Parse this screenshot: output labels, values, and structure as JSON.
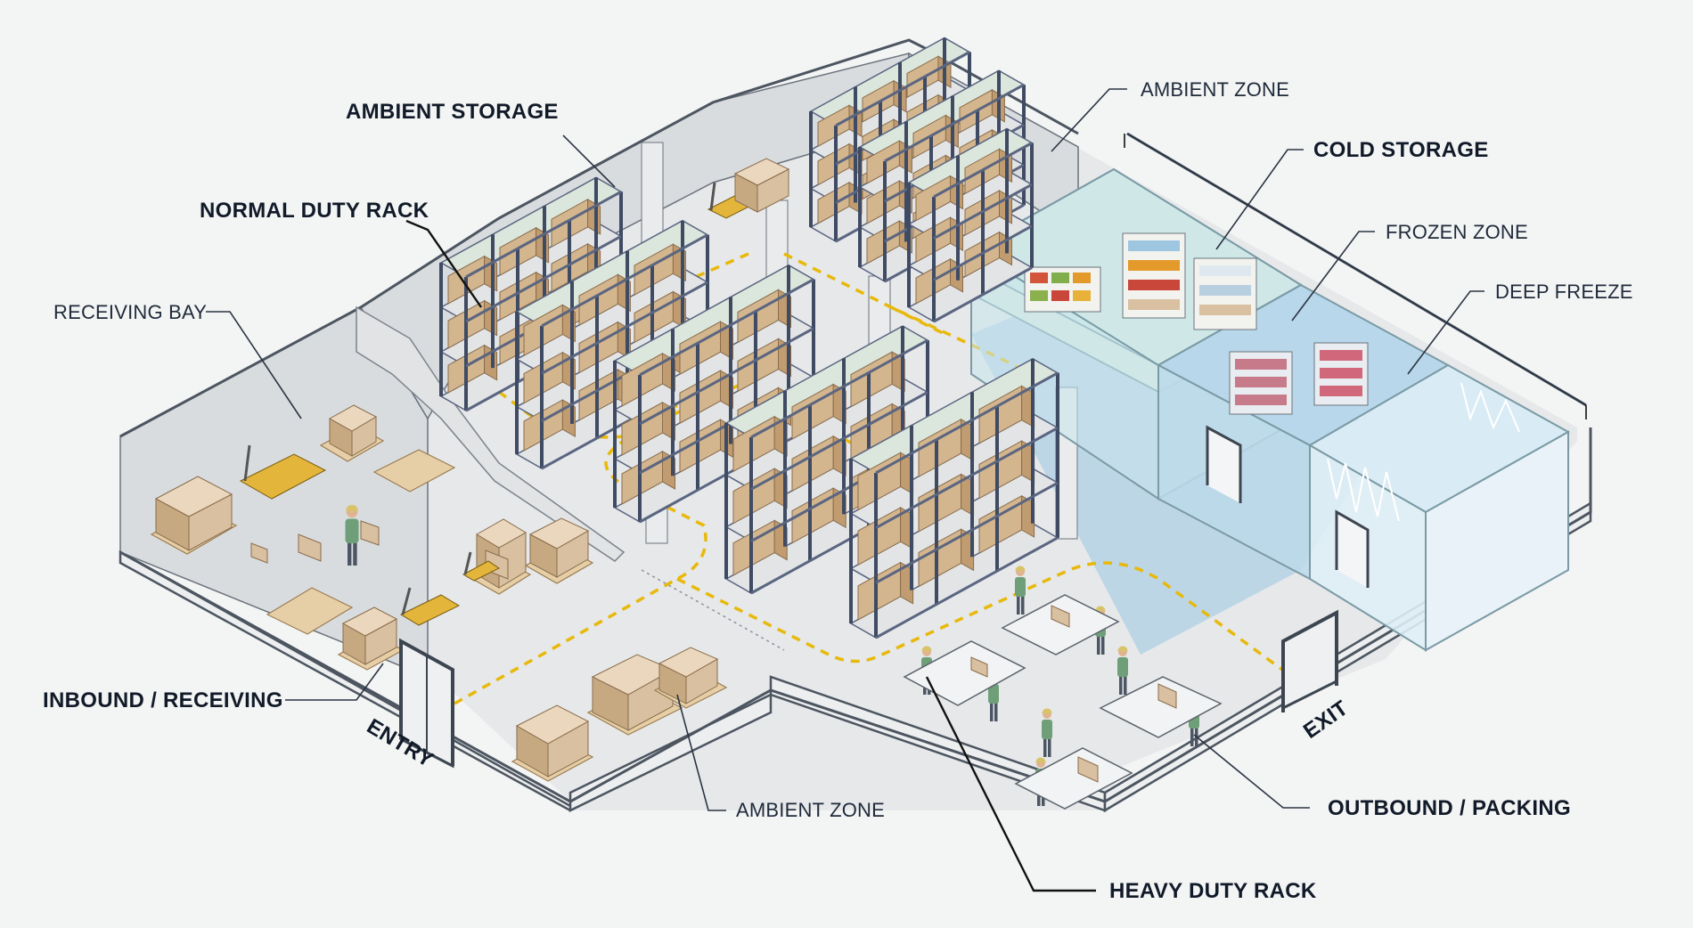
{
  "labels": {
    "ambient_storage": "AMBIENT STORAGE",
    "normal_duty_rack": "NORMAL DUTY RACK",
    "receiving_bay": "RECEIVING BAY",
    "inbound_receiving": "INBOUND / RECEIVING",
    "entry": "ENTRY",
    "ambient_zone_bottom": "AMBIENT ZONE",
    "heavy_duty_rack": "HEAVY DUTY RACK",
    "outbound_packing": "OUTBOUND / PACKING",
    "exit": "EXIT",
    "ambient_zone_top": "AMBIENT ZONE",
    "cold_storage": "COLD STORAGE",
    "frozen_zone": "FROZEN ZONE",
    "deep_freeze": "DEEP FREEZE"
  },
  "colors": {
    "background": "#f3f4f4",
    "path_marking": "#e8b90b",
    "cold_zone": "#cfe3ee",
    "frozen_zone": "#b8d7ea",
    "rack_frame": "#3f4a63",
    "boxes": "#d8c0a0"
  },
  "icons": [
    "pallet-jack-icon",
    "worker-icon",
    "cardboard-box-icon",
    "storage-rack-icon",
    "door-icon"
  ]
}
